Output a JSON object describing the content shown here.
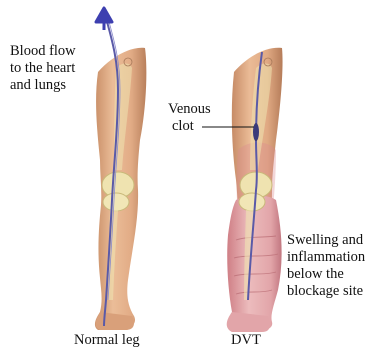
{
  "labels": {
    "blood_flow": [
      "Blood flow",
      "to the heart",
      "and lungs"
    ],
    "venous_clot": [
      "Venous",
      "clot"
    ],
    "swelling": [
      "Swelling and",
      "inflammation",
      "below the",
      "blockage site"
    ],
    "normal_leg": "Normal leg",
    "dvt": "DVT"
  },
  "colors": {
    "skin": "#e7b58f",
    "skin_shadow": "#c98f68",
    "bone": "#efe3b0",
    "vein": "#5a5aa8",
    "arrow": "#3d3fb0",
    "inflamed": "#d98a8e",
    "swollen": "#e6b0b3"
  }
}
